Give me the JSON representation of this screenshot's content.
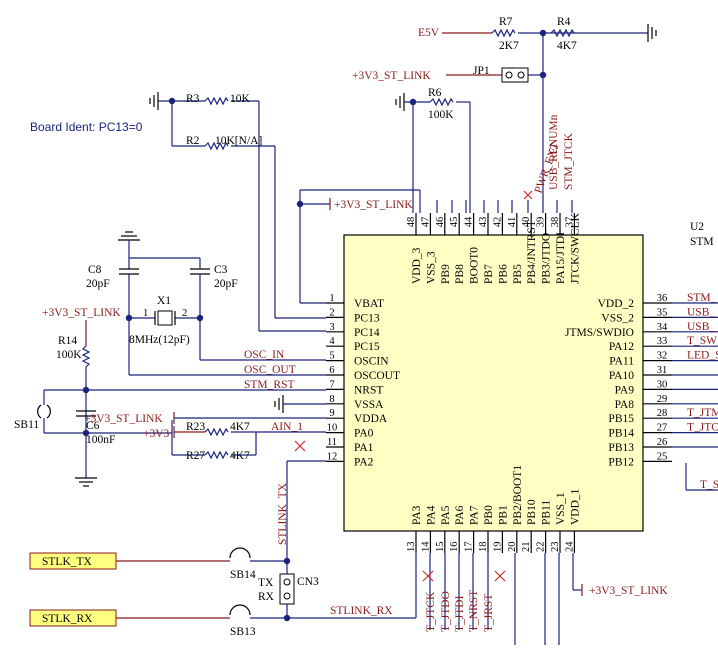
{
  "board_ident": "Board Ident: PC13=0",
  "ic": {
    "ref": "U2",
    "part_fragment": "STM"
  },
  "pins_left": [
    {
      "num": "1",
      "name": "VBAT"
    },
    {
      "num": "2",
      "name": "PC13"
    },
    {
      "num": "3",
      "name": "PC14"
    },
    {
      "num": "4",
      "name": "PC15"
    },
    {
      "num": "5",
      "name": "OSCIN"
    },
    {
      "num": "6",
      "name": "OSCOUT"
    },
    {
      "num": "7",
      "name": "NRST"
    },
    {
      "num": "8",
      "name": "VSSA"
    },
    {
      "num": "9",
      "name": "VDDA"
    },
    {
      "num": "10",
      "name": "PA0"
    },
    {
      "num": "11",
      "name": "PA1"
    },
    {
      "num": "12",
      "name": "PA2"
    }
  ],
  "pins_right": [
    {
      "num": "36",
      "name": "VDD_2"
    },
    {
      "num": "35",
      "name": "VSS_2"
    },
    {
      "num": "34",
      "name": "JTMS/SWDIO"
    },
    {
      "num": "33",
      "name": "PA12"
    },
    {
      "num": "32",
      "name": "PA11"
    },
    {
      "num": "31",
      "name": "PA10"
    },
    {
      "num": "30",
      "name": "PA9"
    },
    {
      "num": "29",
      "name": "PA8"
    },
    {
      "num": "28",
      "name": "PB15"
    },
    {
      "num": "27",
      "name": "PB14"
    },
    {
      "num": "26",
      "name": "PB13"
    },
    {
      "num": "25",
      "name": "PB12"
    }
  ],
  "pins_top": [
    {
      "num": "48",
      "name": "VDD_3"
    },
    {
      "num": "47",
      "name": "VSS_3"
    },
    {
      "num": "46",
      "name": "PB9"
    },
    {
      "num": "45",
      "name": "PB8"
    },
    {
      "num": "44",
      "name": "BOOT0"
    },
    {
      "num": "43",
      "name": "PB7"
    },
    {
      "num": "42",
      "name": "PB6"
    },
    {
      "num": "41",
      "name": "PB5"
    },
    {
      "num": "40",
      "name": "PB4/JNTRST"
    },
    {
      "num": "39",
      "name": "PB3/JTDO"
    },
    {
      "num": "38",
      "name": "PA15/JTDI"
    },
    {
      "num": "37",
      "name": "JTCK/SWCLK"
    }
  ],
  "pins_bottom": [
    {
      "num": "13",
      "name": "PA3"
    },
    {
      "num": "14",
      "name": "PA4"
    },
    {
      "num": "15",
      "name": "PA5"
    },
    {
      "num": "16",
      "name": "PA6"
    },
    {
      "num": "17",
      "name": "PA7"
    },
    {
      "num": "18",
      "name": "PB0"
    },
    {
      "num": "19",
      "name": "PB1"
    },
    {
      "num": "20",
      "name": "PB2/BOOT1"
    },
    {
      "num": "21",
      "name": "PB10"
    },
    {
      "num": "22",
      "name": "PB11"
    },
    {
      "num": "23",
      "name": "VSS_1"
    },
    {
      "num": "24",
      "name": "VDD_1"
    }
  ],
  "right_nets": [
    "STM_",
    "USB_",
    "USB_",
    "T_SW",
    "LED_S",
    "",
    "",
    "",
    "T_JTM",
    "T_JTC",
    "",
    "T_S"
  ],
  "top_nets": [
    "PWR_EXT",
    "USB_RENUMn",
    "STM_JTCK"
  ],
  "bottom_nets": [
    "T_JTCK",
    "T_JTDO",
    "T_JTDI",
    "T_NRST",
    "T_JRST"
  ],
  "power": {
    "e5v": "E5V",
    "st_link": "+3V3_ST_LINK",
    "v3": "+3V3"
  },
  "components": {
    "R7": {
      "ref": "R7",
      "val": "2K7"
    },
    "R4": {
      "ref": "R4",
      "val": "4K7"
    },
    "R3": {
      "ref": "R3",
      "val": "10K"
    },
    "R2": {
      "ref": "R2",
      "val": "10K[N/A]"
    },
    "R6": {
      "ref": "R6",
      "val": "100K"
    },
    "R14": {
      "ref": "R14",
      "val": "100K"
    },
    "R23": {
      "ref": "R23",
      "val": "4K7"
    },
    "R27": {
      "ref": "R27",
      "val": "4K7"
    },
    "C8": {
      "ref": "C8",
      "val": "20pF"
    },
    "C3": {
      "ref": "C3",
      "val": "20pF"
    },
    "C6": {
      "ref": "C6",
      "val": "100nF"
    },
    "X1": {
      "ref": "X1",
      "val": "8MHz(12pF)"
    },
    "JP1": {
      "ref": "JP1"
    },
    "SB11": {
      "ref": "SB11"
    },
    "SB14": {
      "ref": "SB14"
    },
    "SB13": {
      "ref": "SB13"
    },
    "CN3": {
      "ref": "CN3",
      "tx": "TX",
      "rx": "RX"
    }
  },
  "nets": {
    "osc_in": "OSC_IN",
    "osc_out": "OSC_OUT",
    "stm_rst": "STM_RST",
    "ain1": "AIN_1",
    "stlink_tx": "STLINK_TX",
    "stlink_rx": "STLINK_RX"
  },
  "ports": {
    "tx": "STLK_TX",
    "rx": "STLK_RX"
  },
  "x1_pins": {
    "p1": "1",
    "p2": "2"
  }
}
